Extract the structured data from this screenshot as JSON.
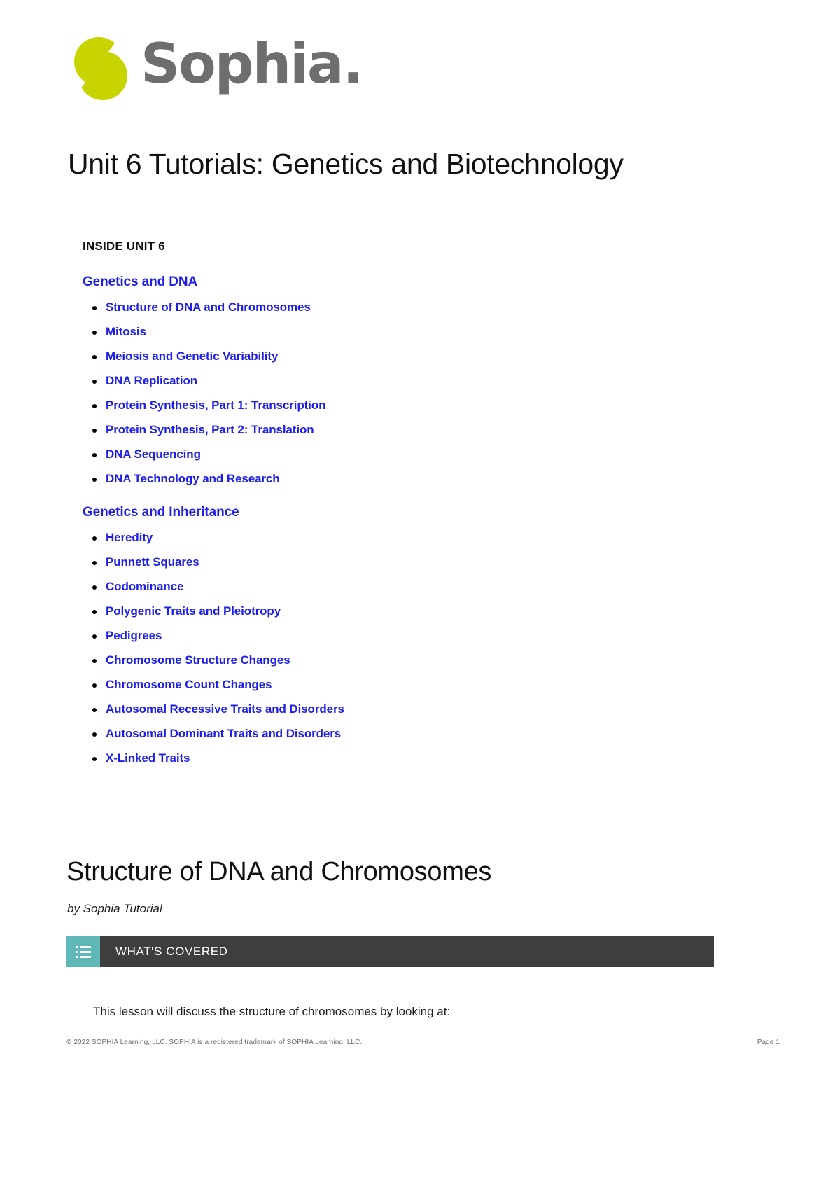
{
  "brand": {
    "wordmark": "Sophia.",
    "logo_icon": "sophia-split-circle-logo",
    "logo_color": "#c8d400",
    "wordmark_color": "#6e6e6e"
  },
  "document": {
    "title": "Unit 6 Tutorials: Genetics and Biotechnology",
    "inside_label": "INSIDE UNIT 6"
  },
  "toc": {
    "sections": [
      {
        "title": "Genetics and DNA",
        "items": [
          "Structure of DNA and Chromosomes",
          "Mitosis",
          "Meiosis and Genetic Variability",
          "DNA Replication",
          "Protein Synthesis, Part 1: Transcription",
          "Protein Synthesis, Part 2: Translation",
          "DNA Sequencing",
          "DNA Technology and Research"
        ]
      },
      {
        "title": "Genetics and Inheritance",
        "items": [
          "Heredity",
          "Punnett Squares",
          "Codominance",
          "Polygenic Traits and Pleiotropy",
          "Pedigrees",
          "Chromosome Structure Changes",
          "Chromosome Count Changes",
          "Autosomal Recessive Traits and Disorders",
          "Autosomal Dominant Traits and Disorders",
          "X-Linked Traits"
        ]
      }
    ],
    "link_color": "#1d1fe8"
  },
  "lesson": {
    "title": "Structure of DNA and Chromosomes",
    "byline": "by Sophia Tutorial",
    "callout": {
      "label": "WHAT'S COVERED",
      "icon": "list-icon",
      "icon_bg": "#5fb8b7",
      "bar_bg": "#3e3e3e"
    },
    "intro_paragraph": "This lesson will discuss the structure of chromosomes by looking at:"
  },
  "footer": {
    "copyright": "© 2022 SOPHIA Learning, LLC. SOPHIA is a registered trademark of SOPHIA Learning, LLC.",
    "page": "Page 1"
  }
}
